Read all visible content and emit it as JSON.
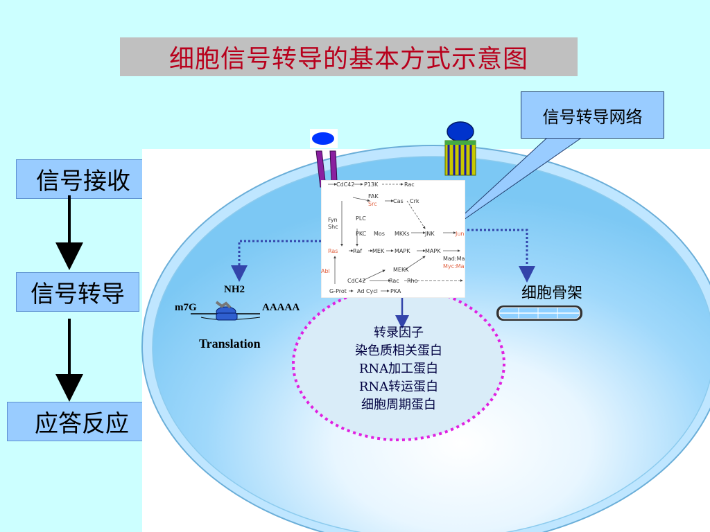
{
  "title": "细胞信号转导的基本方式示意图",
  "stages": [
    "信号接收",
    "信号转导",
    "应答反应"
  ],
  "callout": "信号转导网络",
  "cytoskeleton": "细胞骨架",
  "mrna": {
    "nh2": "NH2",
    "cap": "m7G",
    "tail": "AAAAA",
    "translation": "Translation"
  },
  "nucleus_targets": [
    "转录因子",
    "染色质相关蛋白",
    "RNA加工蛋白",
    "RNA转运蛋白",
    "细胞周期蛋白"
  ],
  "pathway": {
    "nodes": [
      "CdC42",
      "P13K",
      "Rac",
      "FAK",
      "Src",
      "Cas",
      "Crk",
      "Fyn",
      "Shc",
      "PLC",
      "PKC",
      "Mos",
      "MKKs",
      "JNK",
      "Jun",
      "Ras",
      "Raf",
      "MEK",
      "MAPK",
      "MAPK",
      "Mad:Ma",
      "Myc:Ma",
      "Abl",
      "MEKK",
      "CdC42",
      "Rac",
      "Rho",
      "G-Prot",
      "Ad Cycl",
      "PKA"
    ]
  },
  "colors": {
    "accent_title": "#b8001c",
    "stage_fill": "#99ccff",
    "nucleus_border": "#e020e0",
    "link_arrow": "#3344aa"
  }
}
